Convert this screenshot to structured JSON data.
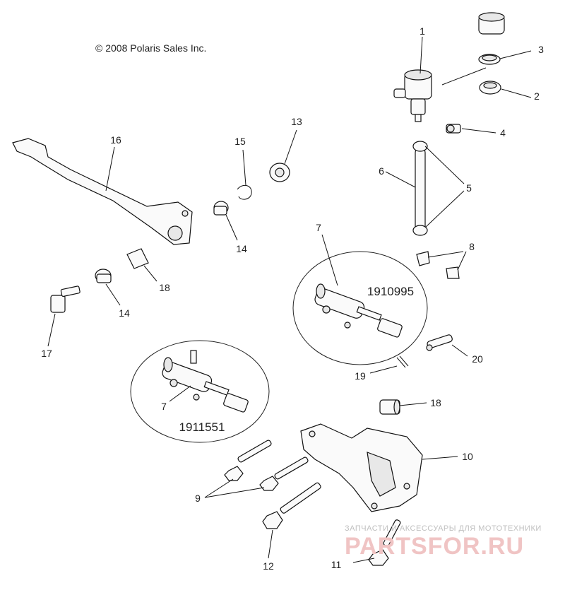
{
  "copyright": "© 2008 Polaris Sales Inc.",
  "callouts": [
    {
      "id": "c1",
      "text": "1"
    },
    {
      "id": "c2",
      "text": "2"
    },
    {
      "id": "c3",
      "text": "3"
    },
    {
      "id": "c4",
      "text": "4"
    },
    {
      "id": "c5",
      "text": "5"
    },
    {
      "id": "c6",
      "text": "6"
    },
    {
      "id": "c7a",
      "text": "7"
    },
    {
      "id": "c7b",
      "text": "7"
    },
    {
      "id": "c8",
      "text": "8"
    },
    {
      "id": "c9",
      "text": "9"
    },
    {
      "id": "c10",
      "text": "10"
    },
    {
      "id": "c11",
      "text": "11"
    },
    {
      "id": "c12",
      "text": "12"
    },
    {
      "id": "c13",
      "text": "13"
    },
    {
      "id": "c14a",
      "text": "14"
    },
    {
      "id": "c14b",
      "text": "14"
    },
    {
      "id": "c15",
      "text": "15"
    },
    {
      "id": "c16",
      "text": "16"
    },
    {
      "id": "c17",
      "text": "17"
    },
    {
      "id": "c18a",
      "text": "18"
    },
    {
      "id": "c18b",
      "text": "18"
    },
    {
      "id": "c19",
      "text": "19"
    },
    {
      "id": "c20",
      "text": "20"
    }
  ],
  "kits": {
    "upper": "1910995",
    "lower": "1911551"
  },
  "watermark": {
    "caption": "ЗАПЧАСТИ И АКСЕССУАРЫ ДЛЯ МОТОТЕХНИКИ",
    "logo": "PARTSFOR.RU"
  }
}
